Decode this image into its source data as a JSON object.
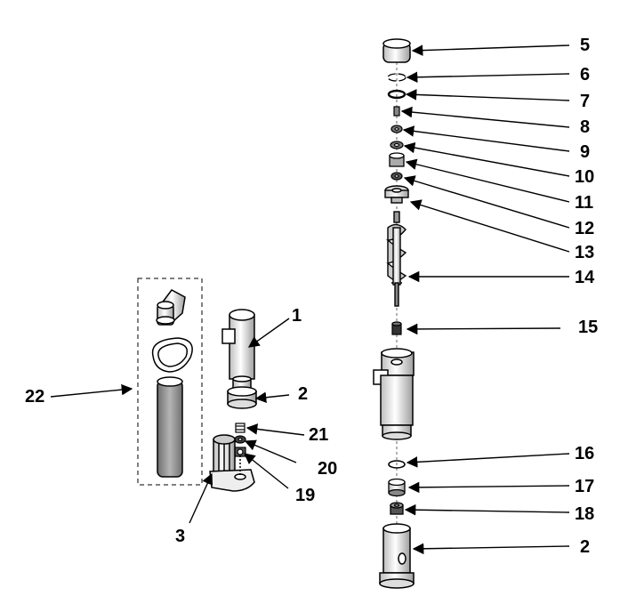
{
  "callouts": {
    "c1": "1",
    "c2a": "2",
    "c2b": "2",
    "c3": "3",
    "c5": "5",
    "c6": "6",
    "c7": "7",
    "c8": "8",
    "c9": "9",
    "c10": "10",
    "c11": "11",
    "c12": "12",
    "c13": "13",
    "c14": "14",
    "c15": "15",
    "c16": "16",
    "c17": "17",
    "c18": "18",
    "c19": "19",
    "c20": "20",
    "c21": "21",
    "c22": "22"
  },
  "colors": {
    "line": "#000000",
    "part_fill": "#ffffff",
    "shade": "#d9d9d9",
    "dark": "#555555",
    "tube": "#8c8c8c"
  }
}
